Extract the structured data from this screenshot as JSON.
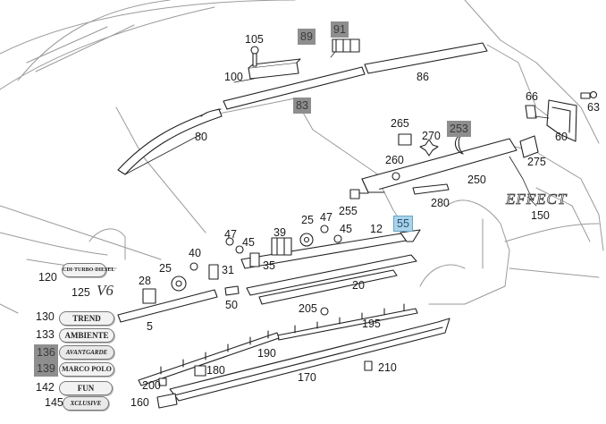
{
  "diagram": {
    "labels": {
      "l5": "5",
      "l12": "12",
      "l20": "20",
      "l25a": "25",
      "l25b": "25",
      "l28": "28",
      "l31": "31",
      "l35": "35",
      "l39": "39",
      "l40": "40",
      "l45a": "45",
      "l45b": "45",
      "l47a": "47",
      "l47b": "47",
      "l50": "50",
      "l60": "60",
      "l63": "63",
      "l66": "66",
      "l80": "80",
      "l86": "86",
      "l100": "100",
      "l105": "105",
      "l120": "120",
      "l125": "125",
      "l130": "130",
      "l133": "133",
      "l142": "142",
      "l145": "145",
      "l150": "150",
      "l160": "160",
      "l170": "170",
      "l180": "180",
      "l190": "190",
      "l195": "195",
      "l200": "200",
      "l205": "205",
      "l210": "210",
      "l250": "250",
      "l255": "255",
      "l260": "260",
      "l265": "265",
      "l270": "270",
      "l275": "275",
      "l280": "280"
    },
    "highlighted": {
      "h55": "55",
      "h83": "83",
      "h89": "89",
      "h91": "91",
      "h136": "136",
      "h139": "139",
      "h253": "253"
    },
    "emblems": {
      "e120": "CDI·TURBO·DIESEL",
      "e125": "V6",
      "e130": "TREND",
      "e133": "AMBIENTE",
      "e136": "AVANTGARDE",
      "e139": "MARCO POLO",
      "e142": "FUN",
      "e145": "XCLUSIVE",
      "e150": "EFFECT"
    },
    "colors": {
      "highlight_gray": "#8e8e8e",
      "highlight_blue": "#a9d4e8",
      "line": "#222222",
      "car_outline": "#9a9a9a"
    }
  }
}
